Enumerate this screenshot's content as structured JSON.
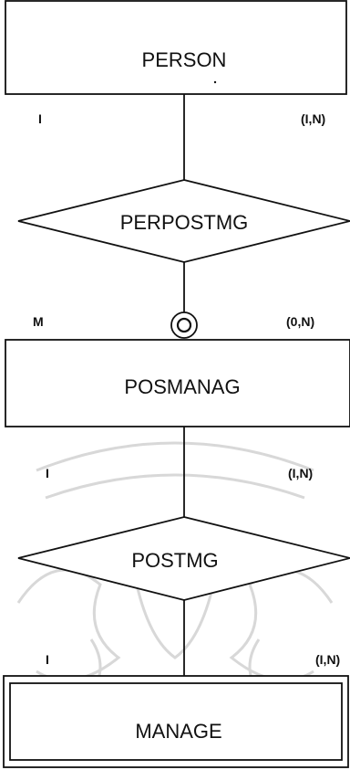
{
  "diagram": {
    "colors": {
      "line": "#111111",
      "fill": "#ffffff",
      "watermark": "#d8d8d8"
    },
    "entities": {
      "person": "PERSON",
      "posmanag": "POSMANAG",
      "manage": "MANAGE"
    },
    "relationships": {
      "perpostmg": "PERPOSTMG",
      "postmg": "POSTMG"
    },
    "cardinalities": {
      "person_left": "I",
      "person_right": "(I,N)",
      "posmanag_left": "M",
      "posmanag_right": "(0,N)",
      "posmanag_bottom_left": "I",
      "posmanag_bottom_right": "(I,N)",
      "manage_left": "I",
      "manage_right": "(I,N)"
    },
    "watermark_icon": "university-seal-watermark-icon",
    "optional_marker_icon": "double-circle-optional-icon"
  }
}
